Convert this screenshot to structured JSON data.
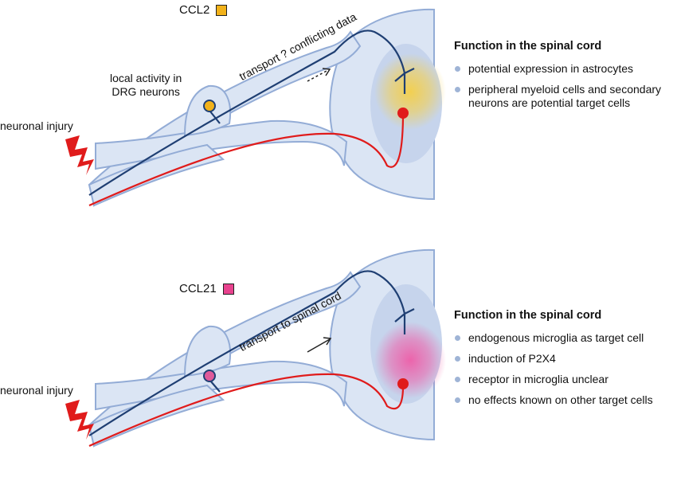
{
  "panels": [
    {
      "chemokine": "CCL2",
      "swatch_color": "#f2b21a",
      "glow_color": "#f5cf48",
      "cell_color": "#f2b21a",
      "transport_label": "transport ? conflicting data",
      "arrow_style": "dashed",
      "activity_label_line1": "local activity in",
      "activity_label_line2": "DRG neurons",
      "injury_label": "neuronal injury",
      "function_title": "Function in the spinal cord",
      "functions": [
        "potential expression in astrocytes",
        "peripheral myeloid cells and secondary neurons are potential target cells"
      ]
    },
    {
      "chemokine": "CCL21",
      "swatch_color": "#e8428e",
      "glow_color": "#ee5ea8",
      "cell_color": "#e05a9a",
      "transport_label": "transport to spinal cord",
      "arrow_style": "solid",
      "injury_label": "neuronal injury",
      "function_title": "Function in the spinal cord",
      "functions": [
        "endogenous microglia as target cell",
        "induction of P2X4",
        "receptor in microglia unclear",
        "no effects known on other target cells"
      ]
    }
  ],
  "colors": {
    "tissue_fill": "#dbe5f4",
    "tissue_stroke": "#93acd6",
    "grey_matter": "#c6d4ec",
    "sensory_neuron": "#1f3f73",
    "motor_neuron": "#e01b1b",
    "lightning": "#e01b1b"
  }
}
